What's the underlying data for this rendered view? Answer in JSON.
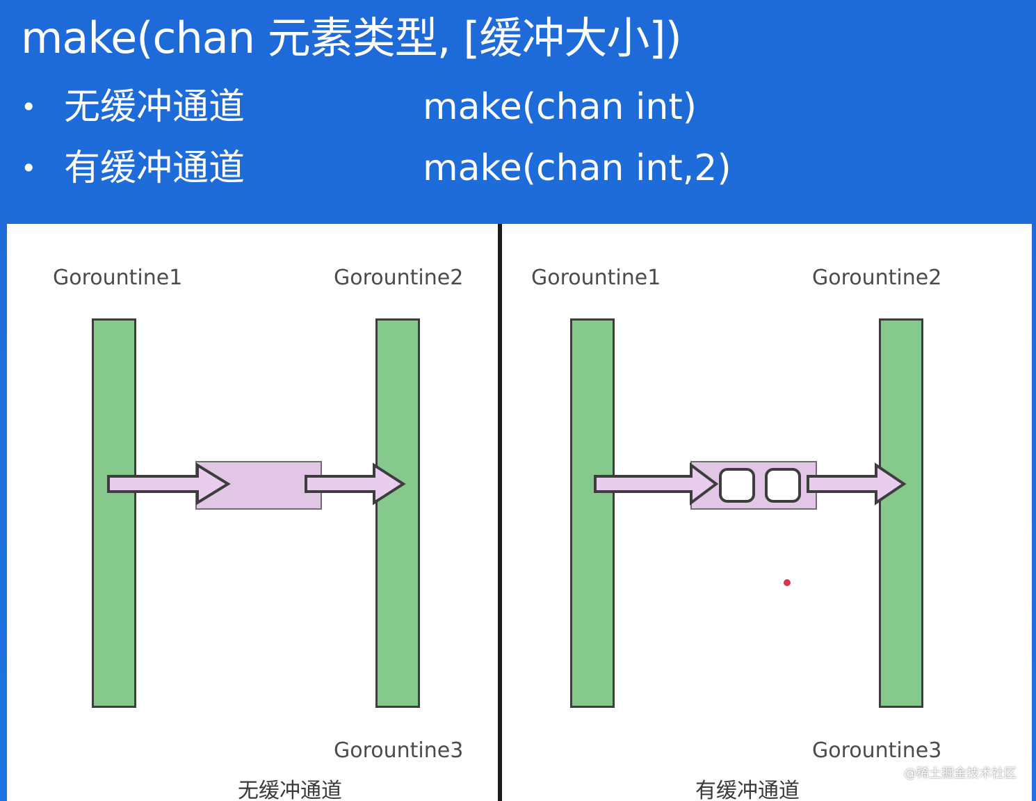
{
  "slide": {
    "title": "make(chan 元素类型, [缓冲大小])",
    "bullets": [
      {
        "marker": "•",
        "label": "无缓冲通道",
        "code": "make(chan int)"
      },
      {
        "marker": "•",
        "label": "有缓冲通道",
        "code": "make(chan int,2)"
      }
    ]
  },
  "diagrams": [
    {
      "goroutine1": "Gorountine1",
      "goroutine2": "Gorountine2",
      "goroutine3": "Gorountine3",
      "caption": "无缓冲通道",
      "buffer_slots": 0
    },
    {
      "goroutine1": "Gorountine1",
      "goroutine2": "Gorountine2",
      "goroutine3": "Gorountine3",
      "caption": "有缓冲通道",
      "buffer_slots": 2
    }
  ],
  "watermark": "@稀土掘金技术社区",
  "colors": {
    "background": "#1f6fd9",
    "goroutine_bar": "#86c98c",
    "channel_box": "#e2c6e6",
    "arrow_fill": "#e9cdee",
    "outline": "#3d3d3d"
  }
}
